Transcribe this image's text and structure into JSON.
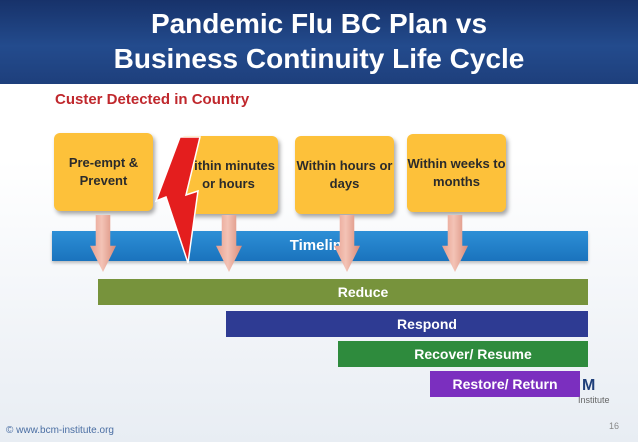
{
  "title_line1": "Pandemic Flu BC Plan vs",
  "title_line2": "Business Continuity Life Cycle",
  "subtitle": "Custer Detected in Country",
  "phases": [
    "Pre-empt & Prevent",
    "Within minutes or hours",
    "Within hours or days",
    "Within weeks to months"
  ],
  "timeline_label": "Timeline",
  "bars": [
    {
      "label": "Reduce",
      "color": "#77933c"
    },
    {
      "label": "Respond",
      "color": "#2e3b93"
    },
    {
      "label": "Recover/ Resume",
      "color": "#2e8b3d"
    },
    {
      "label": "Restore/ Return",
      "color": "#7b2fbf"
    }
  ],
  "colors": {
    "phase_box": "#fdc13a",
    "timeline": "#1a73bd",
    "lightning": "#e41e1e",
    "header": "#1f4583"
  },
  "logo_text": "M",
  "logo_sub": "Institute",
  "footer": "© www.bcm-institute.org",
  "page_number": "16"
}
